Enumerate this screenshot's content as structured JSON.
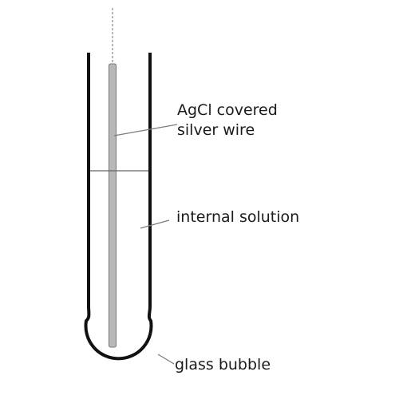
{
  "diagram": {
    "labels": {
      "wire_line1": "AgCl covered",
      "wire_line2": "silver wire",
      "solution": "internal solution",
      "bubble": "glass bubble"
    },
    "colors": {
      "glass_outline": "#111111",
      "wire": "#9a9a9a",
      "leader_lines": "#7a7a7a",
      "solution_level": "#666666",
      "text": "#1a1a1a"
    }
  }
}
